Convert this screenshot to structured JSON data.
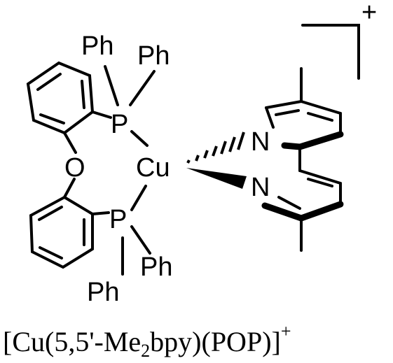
{
  "structure": {
    "labels": {
      "ph_top_left": "Ph",
      "ph_top_right": "Ph",
      "p_top": "P",
      "cu": "Cu",
      "o": "O",
      "p_bottom": "P",
      "ph_bottom_right": "Ph",
      "ph_bottom_left": "Ph",
      "n_top": "N",
      "n_bottom": "N"
    },
    "charge": "+"
  },
  "caption": {
    "open_bracket": "[Cu(5,5'-Me",
    "subscript": "2",
    "middle": "bpy)(POP)]",
    "superscript": "+"
  }
}
